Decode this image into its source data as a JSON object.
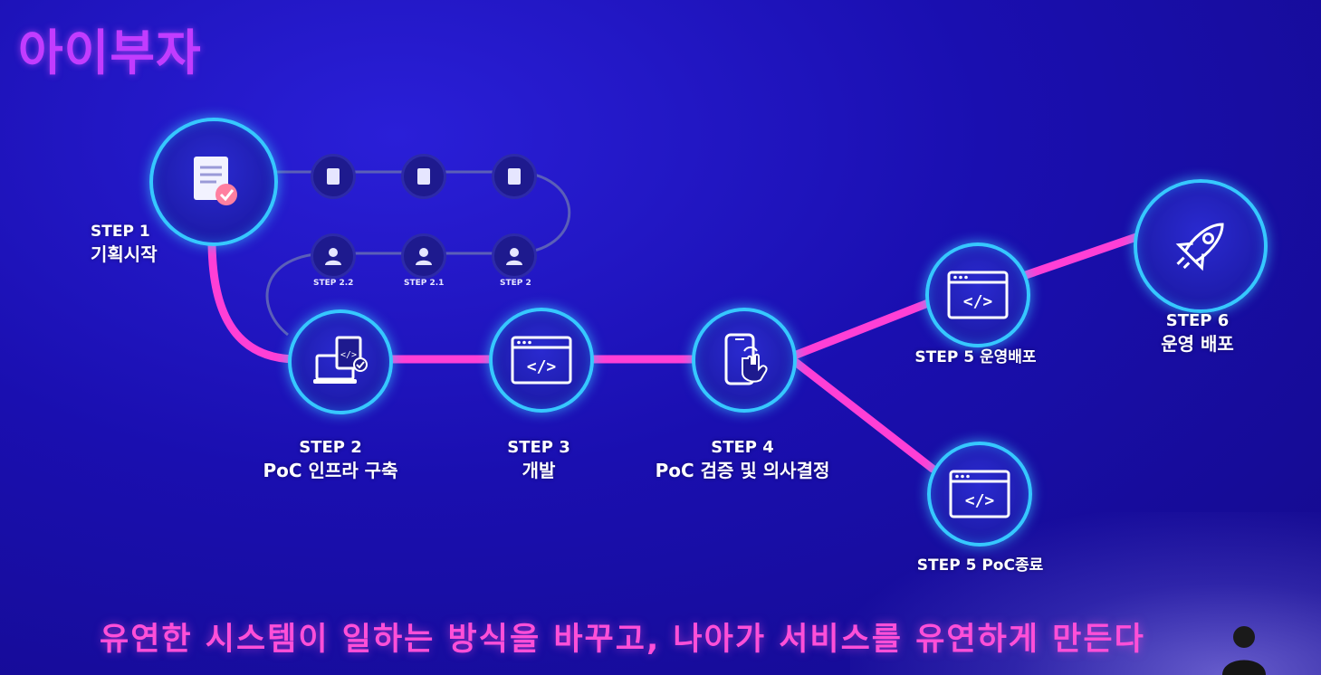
{
  "logo": "아이부자",
  "steps": {
    "step1": {
      "title": "STEP 1",
      "desc": "기획시작"
    },
    "step2": {
      "title": "STEP 2",
      "desc": "PoC 인프라 구축"
    },
    "step3": {
      "title": "STEP 3",
      "desc": "개발"
    },
    "step4": {
      "title": "STEP 4",
      "desc": "PoC 검증 및 의사결정"
    },
    "step5a": {
      "title": "STEP 5 운영배포"
    },
    "step5b": {
      "title": "STEP 5 PoC종료"
    },
    "step6": {
      "title": "STEP 6",
      "desc": "운영 배포"
    }
  },
  "substeps": [
    "STEP 2.2",
    "STEP 2.1",
    "STEP 2"
  ],
  "caption": "유연한 시스템이 일하는 방식을 바꾸고, 나아가 서비스를 유연하게 만든다",
  "colors": {
    "accent_pink": "#ff3fd6",
    "node_border": "#36c8ff",
    "logo": "#c23cff"
  },
  "icons": [
    "document-check-icon",
    "laptop-code-icon",
    "code-window-icon",
    "phone-tap-icon",
    "rocket-icon",
    "user-icon",
    "file-icon"
  ]
}
